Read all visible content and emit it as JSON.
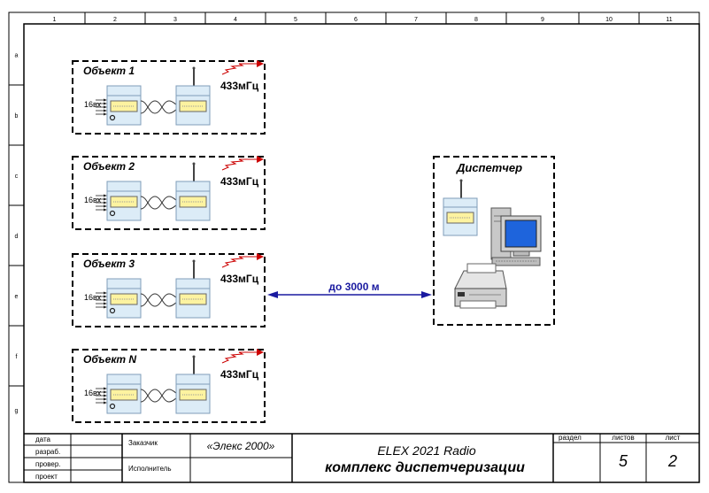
{
  "grid": {
    "columns": [
      "1",
      "2",
      "3",
      "4",
      "5",
      "6",
      "7",
      "8",
      "9",
      "10",
      "11"
    ],
    "rows": [
      "a",
      "b",
      "c",
      "d",
      "e",
      "f",
      "g"
    ]
  },
  "objects": [
    {
      "title": "Объект 1",
      "freq": "433мГц",
      "inputs": "16вх"
    },
    {
      "title": "Объект 2",
      "freq": "433мГц",
      "inputs": "16вх"
    },
    {
      "title": "Объект 3",
      "freq": "433мГц",
      "inputs": "16вх"
    },
    {
      "title": "Объект N",
      "freq": "433мГц",
      "inputs": "16вх"
    }
  ],
  "dispatcher": {
    "title": "Диспетчер"
  },
  "link": {
    "label": "до 3000 м"
  },
  "colors": {
    "device_fill": "#fdf3a0",
    "unit_fill": "#dcecf7",
    "unit_stroke": "#7f9db9",
    "link_blue": "#1a1aa0",
    "antenna_red": "#cc0000",
    "monitor_blue": "#1e64dc"
  },
  "title_block": {
    "labels": {
      "date": "дата",
      "developed": "разраб.",
      "checked": "провер.",
      "project": "проект",
      "customer": "Заказчик",
      "executor": "Исполнитель",
      "section": "раздел",
      "sheets": "листов",
      "sheet": "лист"
    },
    "customer_name": "«Элекс 2000»",
    "product": "ELEX 2021 Radio",
    "subtitle": "комплекс диспетчеризации",
    "sheets_value": "5",
    "sheet_value": "2"
  }
}
